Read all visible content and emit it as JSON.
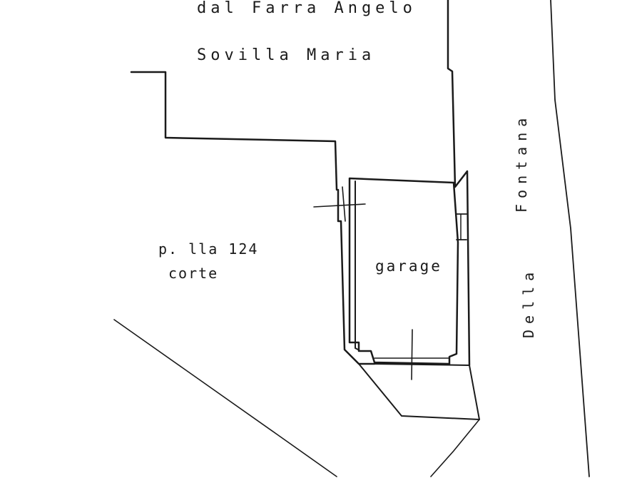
{
  "plan": {
    "owner_line_1": "dal Farra Angelo",
    "owner_line_2": "Sovilla Maria",
    "parcel_label": "p. lla 124",
    "parcel_use": "corte",
    "room_label": "garage",
    "street_word_1": "Fontana",
    "street_word_2": "Della"
  }
}
